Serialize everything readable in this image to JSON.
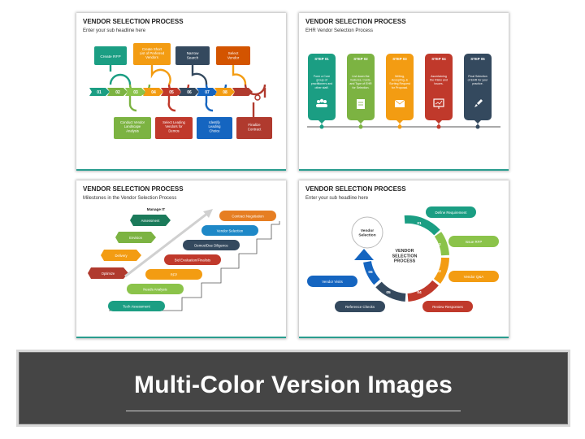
{
  "slides": [
    {
      "title": "VENDOR SELECTION PROCESS",
      "subtitle": "Enter your sub headline here",
      "top_boxes": [
        "Create RFP",
        "Create Short List of Preferred Vendors",
        "Narrow Search",
        "Select Vendor"
      ],
      "numbers": [
        "01",
        "02",
        "03",
        "04",
        "05",
        "06",
        "07",
        "08"
      ],
      "bottom_boxes": [
        "Conduct Vendor Landscape Analysis",
        "Select Leading Vendors for Demos",
        "Identify Leading Choice",
        "Finalize Contract"
      ]
    },
    {
      "title": "VENDOR SELECTION PROCESS",
      "subtitle": "EHR Vendor Selection Process",
      "steps": [
        {
          "label": "STEP 01",
          "text": "Form a Core group of practitioners and other staff.",
          "icon": "people-icon"
        },
        {
          "label": "STEP 02",
          "text": "List down the features, Costs, and Type of EHR for Selection.",
          "icon": "document-icon"
        },
        {
          "label": "STEP 03",
          "text": "Writing, Accepting, & Sorting Request for Proposal.",
          "icon": "mail-icon"
        },
        {
          "label": "STEP 04",
          "text": "Ascertaining the Risks and Issues.",
          "icon": "monitor-icon"
        },
        {
          "label": "STEP 05",
          "text": "Final Selection of EHR for your practice.",
          "icon": "rocket-icon"
        }
      ]
    },
    {
      "title": "VENDOR SELECTION PROCESS",
      "subtitle": "Milestones in the Vendor Selection Process",
      "manage_label": "Manage IT",
      "left_items": [
        "Assessment",
        "Envision",
        "Delivery",
        "Optimize"
      ],
      "stairs": [
        "Contract Negotiation",
        "Vendor Selection",
        "Demos/Due Diligence",
        "Bid Evaluation/Finalists",
        "RFP",
        "Needs Analysis",
        "Tech Assessment"
      ]
    },
    {
      "title": "VENDOR SELECTION PROCESS",
      "subtitle": "Enter your sub headline here",
      "center_title": "VENDOR SELECTION PROCESS",
      "start_circle": "Vendor Selection",
      "numbers": [
        "01",
        "02",
        "03",
        "04",
        "05",
        "06"
      ],
      "pills": [
        "Define Requirement",
        "Issue RFP",
        "Vendor Q&A",
        "Review Responses",
        "Reference Checks",
        "Vendor Visits"
      ]
    }
  ],
  "banner": {
    "title": "Multi-Color Version Images"
  },
  "colors": {
    "teal": "#1b9e83",
    "green": "#7cb342",
    "orange": "#f39c12",
    "red": "#c0392b",
    "dark": "#34495e",
    "darkred": "#b03a2e",
    "blue": "#1565c0"
  }
}
